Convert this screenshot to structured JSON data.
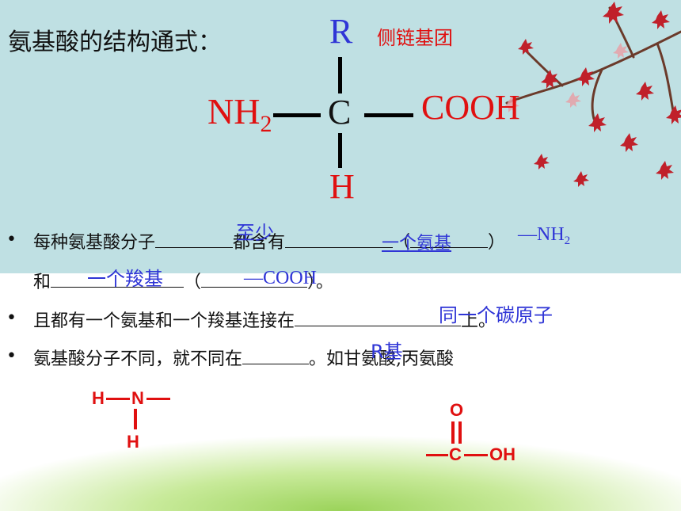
{
  "slide": {
    "title": "氨基酸的结构通式：",
    "formula": {
      "r_group": "R",
      "r_note": "侧链基团",
      "amino": "NH",
      "amino_sub": "2",
      "carbon": "C",
      "carboxyl": "COOH",
      "hydrogen": "H"
    },
    "bullets": [
      {
        "bullet": "•",
        "pre": "每种氨基酸分子",
        "answer1": "至少",
        "mid": "都含有",
        "answer2": "一个氨基",
        "open": "（",
        "answer3": "—NH",
        "answer3_sub": "2",
        "close": "）"
      },
      {
        "pre": "和",
        "answer1": "一个羧基",
        "open": "（",
        "answer2": "—COOH",
        "close": "）。"
      },
      {
        "bullet": "•",
        "pre": "且都有一个氨基和一个羧基连接在",
        "answer": "同一个碳原子",
        "post": "上。"
      },
      {
        "bullet": "•",
        "pre": "氨基酸分子不同，就不同在",
        "answer": "R基",
        "post": "。如甘氨酸,丙氨酸"
      }
    ],
    "amino_group": {
      "h": "H",
      "n": "N",
      "h2": "H"
    },
    "carboxyl_group": {
      "o": "O",
      "c": "C",
      "oh": "OH"
    }
  }
}
